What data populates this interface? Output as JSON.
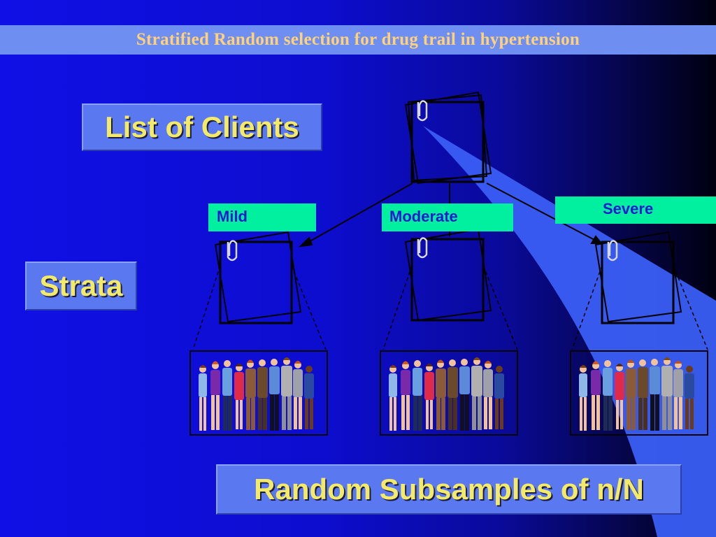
{
  "title": "Stratified Random selection for drug trail in hypertension",
  "labels": {
    "clients": "List of Clients",
    "strata": "Strata",
    "subsamples": "Random Subsamples of n/N"
  },
  "strata": [
    "Mild",
    "Moderate",
    "Severe"
  ],
  "colors": {
    "background": "#1010e6",
    "title_bar": "#6f8ef2",
    "title_text": "#ffd27a",
    "label_box": "#5a78f0",
    "label_text": "#f4ea6a",
    "stratum_box": "#00f0a0",
    "stratum_text": "#1a1ad0"
  },
  "icons": [
    "paper-stack-icon",
    "paperclip-icon",
    "people-group-icon"
  ]
}
